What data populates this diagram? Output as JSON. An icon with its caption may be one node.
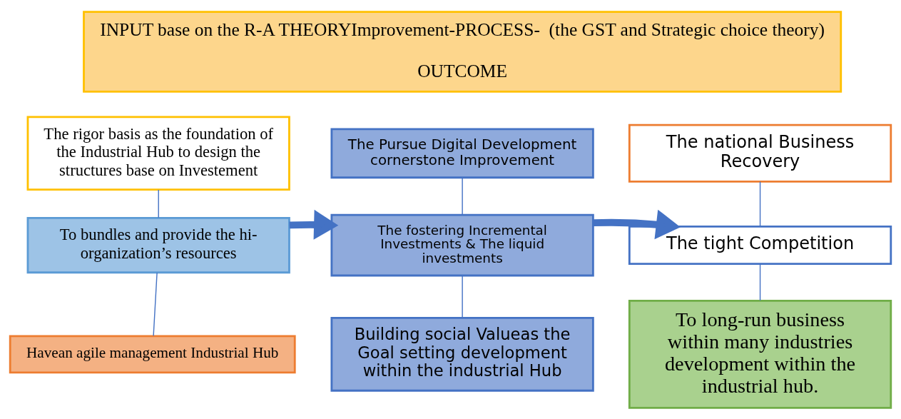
{
  "diagram": {
    "nodes": [
      {
        "text": [
          "INPUT base on the R-A THEORYImprovement-PROCESS-  (the GST and Strategic choice theory)",
          "OUTCOME"
        ]
      },
      {
        "text": [
          "The rigor basis as the foundation of the Industrial Hub to design the structures base on Investement"
        ]
      },
      {
        "text": [
          "To bundles and provide the hi-organization’s resources"
        ]
      },
      {
        "text": [
          "Havean agile management Industrial Hub"
        ]
      },
      {
        "text": [
          "The Pursue Digital Development cornerstone Improvement"
        ]
      },
      {
        "text": [
          "The fostering Incremental Investments & The liquid investments"
        ]
      },
      {
        "text": [
          "Building social Valueas the Goal setting development within the industrial Hub"
        ]
      },
      {
        "text": [
          "The national Business Recovery"
        ]
      },
      {
        "text": [
          "The tight Competition"
        ]
      },
      {
        "text": [
          "To long-run business within many industries development within the industrial hub."
        ]
      }
    ],
    "edges": [
      {
        "from": 1,
        "to": 2,
        "arrow": "none"
      },
      {
        "from": 2,
        "to": 3,
        "arrow": "none"
      },
      {
        "from": 2,
        "to": 5,
        "arrow": "to",
        "style": "thick"
      },
      {
        "from": 4,
        "to": 5,
        "arrow": "none"
      },
      {
        "from": 5,
        "to": 6,
        "arrow": "none"
      },
      {
        "from": 5,
        "to": 8,
        "arrow": "to",
        "style": "thick"
      },
      {
        "from": 7,
        "to": 8,
        "arrow": "none"
      },
      {
        "from": 8,
        "to": 9,
        "arrow": "none"
      }
    ]
  }
}
